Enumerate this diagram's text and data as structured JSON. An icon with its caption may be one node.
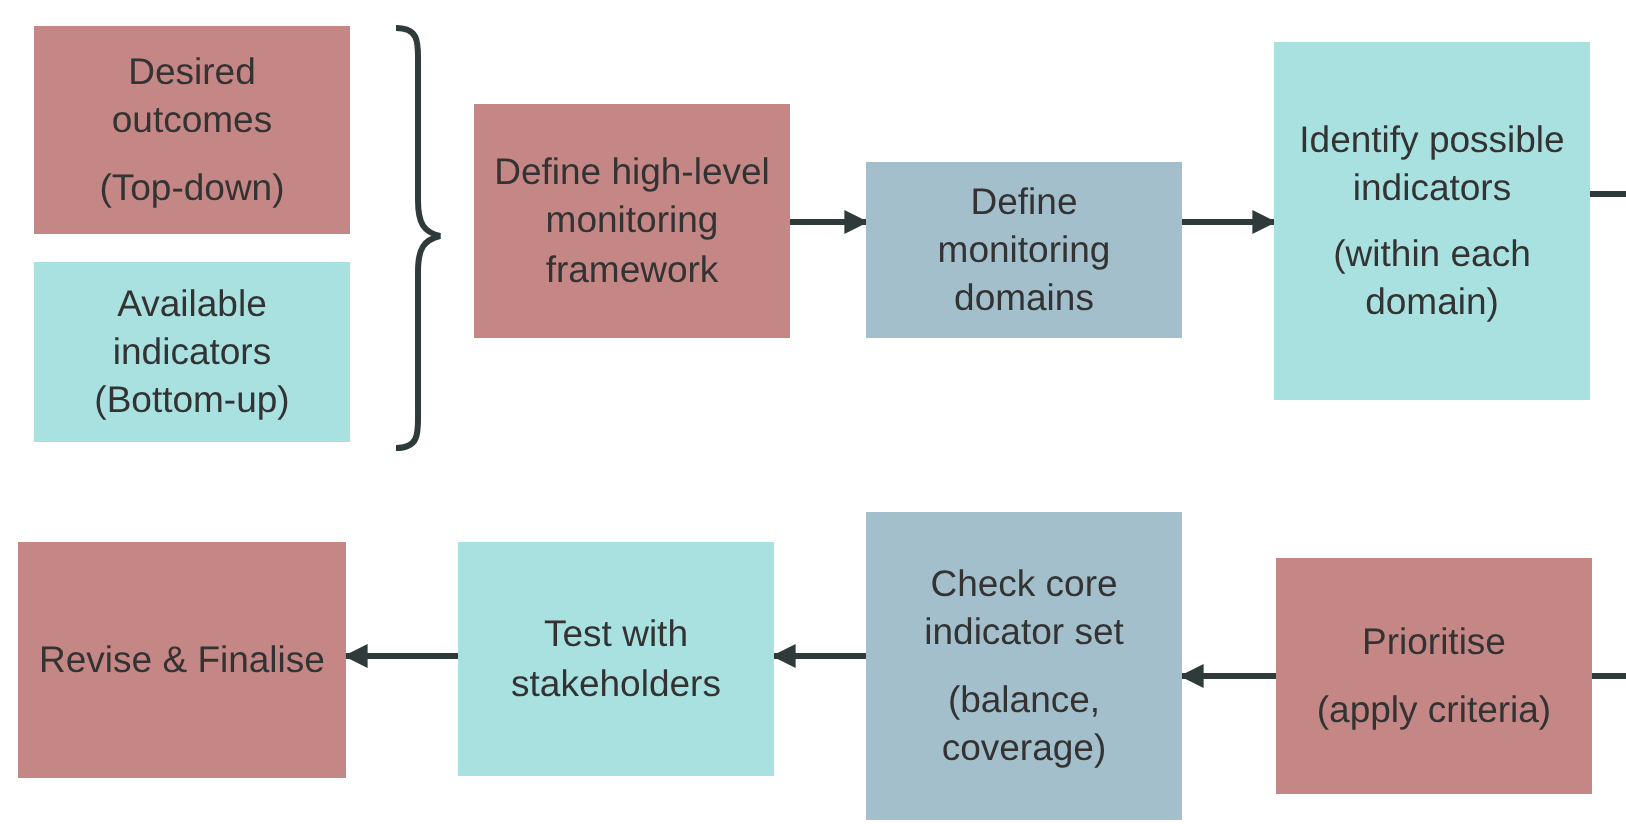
{
  "diagram": {
    "nodes": [
      {
        "text": [
          "Desired outcomes",
          "(Top-down)"
        ]
      },
      {
        "text": [
          "Available indicators (Bottom-up)"
        ]
      },
      {
        "text": [
          "Define high-level monitoring framework"
        ]
      },
      {
        "text": [
          "Define monitoring domains"
        ]
      },
      {
        "text": [
          "Identify possible indicators",
          "(within each domain)"
        ]
      },
      {
        "text": [
          "Prioritise",
          "(apply criteria)"
        ]
      },
      {
        "text": [
          "Check core indicator set",
          "(balance, coverage)"
        ]
      },
      {
        "text": [
          "Test with stakeholders"
        ]
      },
      {
        "text": [
          "Revise & Finalise"
        ]
      }
    ],
    "edges": [
      {
        "from": 2,
        "to": 3,
        "arrow": "to"
      },
      {
        "from": 3,
        "to": 4,
        "arrow": "to"
      },
      {
        "from": 4,
        "to": null,
        "arrow": "none"
      },
      {
        "from": null,
        "to": 5,
        "arrow": "none"
      },
      {
        "from": 5,
        "to": 6,
        "arrow": "to"
      },
      {
        "from": 6,
        "to": 7,
        "arrow": "to"
      },
      {
        "from": 7,
        "to": 8,
        "arrow": "to"
      }
    ]
  }
}
